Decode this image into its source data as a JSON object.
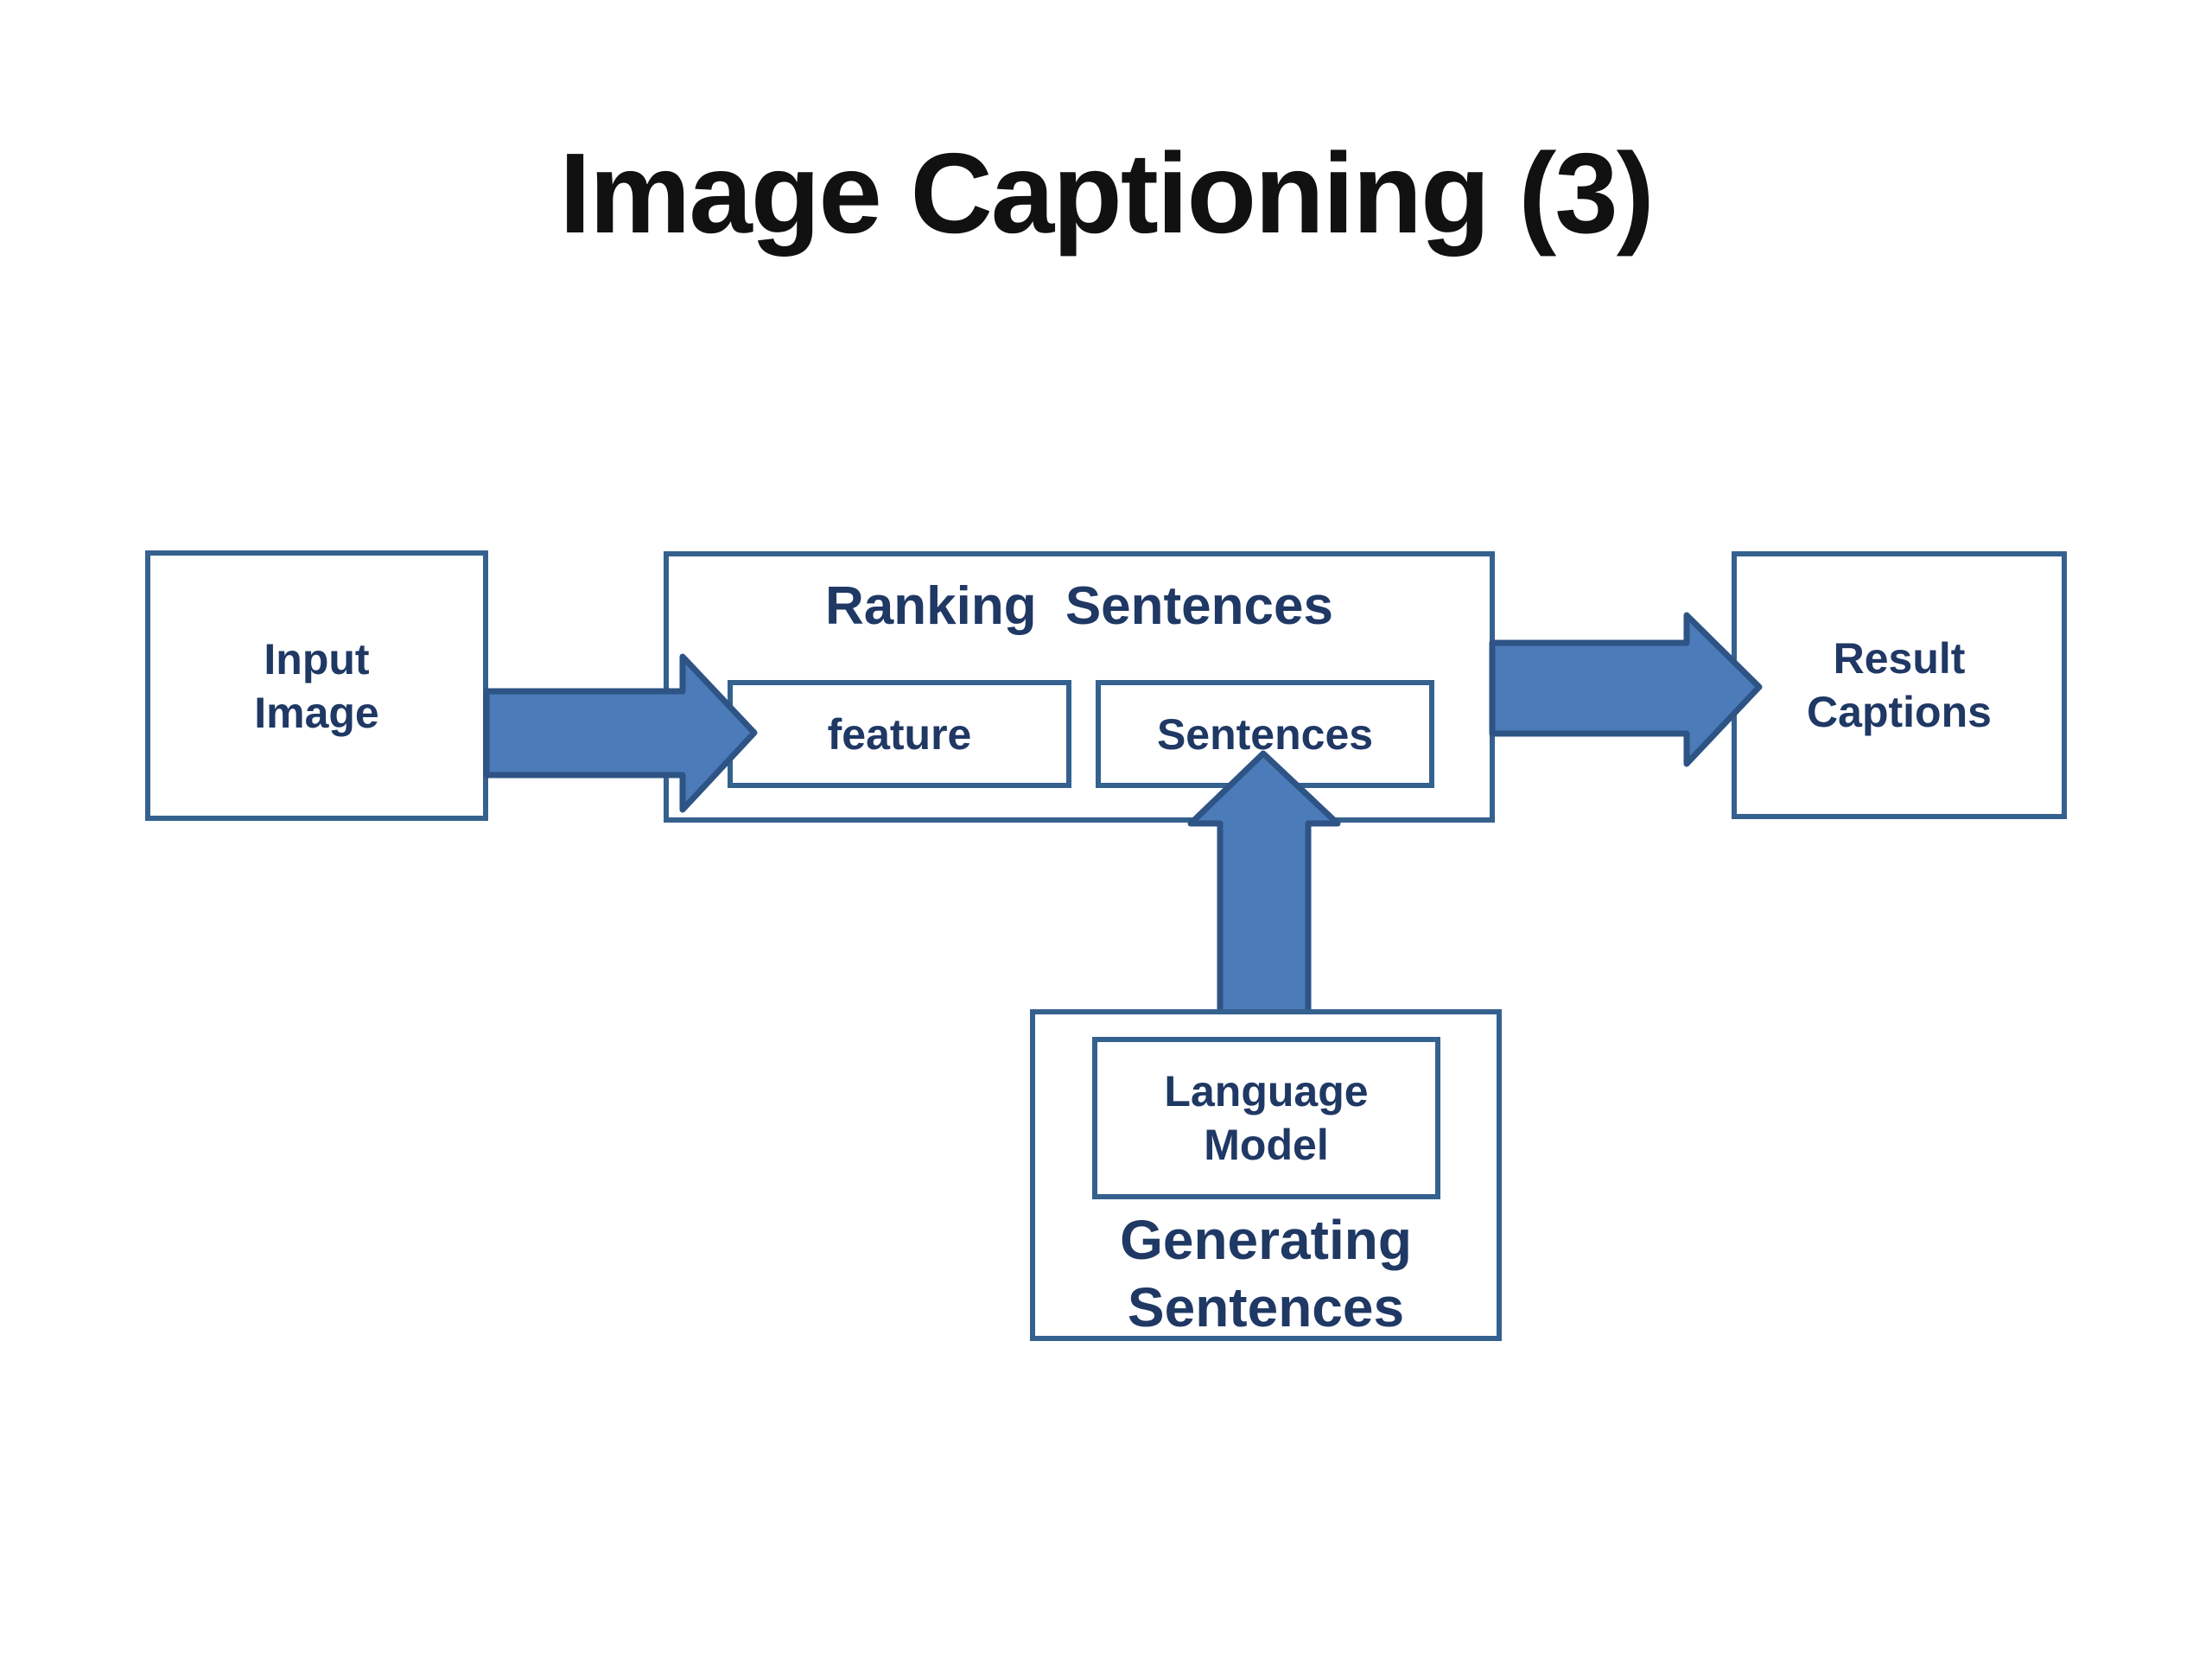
{
  "slide": {
    "title": "Image Captioning (3)"
  },
  "colors": {
    "background": "#ffffff",
    "title_text": "#111111",
    "label_text": "#1f3864",
    "box_border": "#35618e",
    "arrow_fill": "#4b7bb8",
    "arrow_outline": "#2e5385"
  },
  "boxes": {
    "input_image": {
      "label_line1": "Input",
      "label_line2": "Image"
    },
    "ranking": {
      "title": "Ranking Sentences"
    },
    "feature": {
      "label": "feature"
    },
    "sentences": {
      "label": "Sentences"
    },
    "result_captions": {
      "label_line1": "Result",
      "label_line2": "Captions"
    },
    "language_model": {
      "label_line1": "Language",
      "label_line2": "Model"
    },
    "generating": {
      "label_line1": "Generating",
      "label_line2": "Sentences"
    }
  },
  "arrows": [
    {
      "name": "input-to-ranking",
      "direction": "right"
    },
    {
      "name": "ranking-to-result",
      "direction": "right"
    },
    {
      "name": "generating-to-sentences",
      "direction": "up"
    }
  ]
}
